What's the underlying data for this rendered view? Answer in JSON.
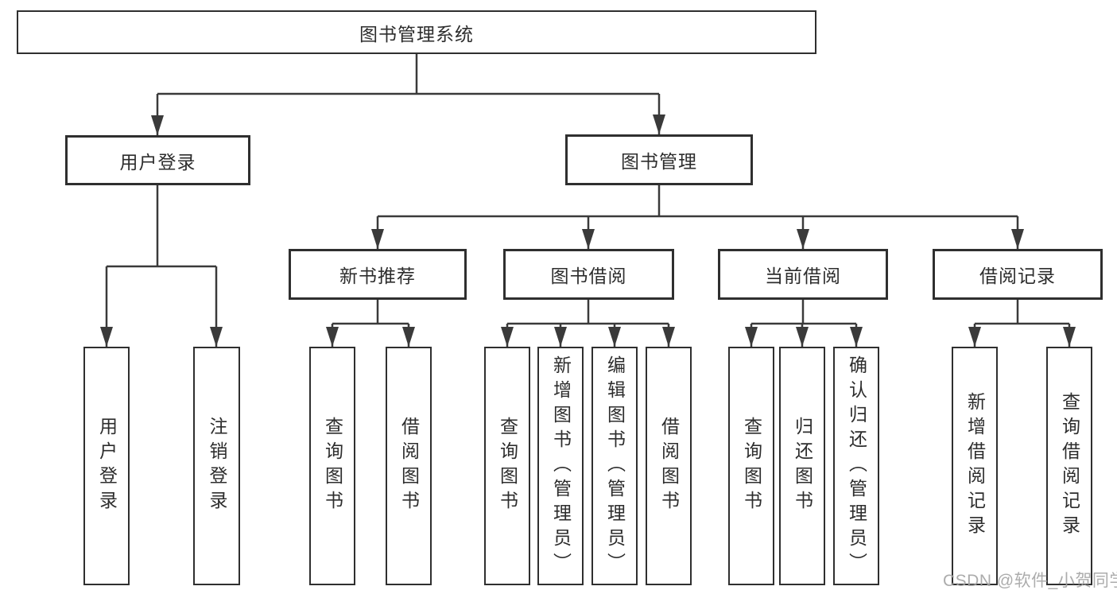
{
  "tree": {
    "label": "图书管理系统",
    "children": [
      {
        "label": "用户登录",
        "children": [
          {
            "label": "用户登录"
          },
          {
            "label": "注销登录"
          }
        ]
      },
      {
        "label": "图书管理",
        "children": [
          {
            "label": "新书推荐",
            "children": [
              {
                "label": "查询图书"
              },
              {
                "label": "借阅图书"
              }
            ]
          },
          {
            "label": "图书借阅",
            "children": [
              {
                "label": "查询图书"
              },
              {
                "label": "新增图书（管理员）"
              },
              {
                "label": "编辑图书（管理员）"
              },
              {
                "label": "借阅图书"
              }
            ]
          },
          {
            "label": "当前借阅",
            "children": [
              {
                "label": "查询图书"
              },
              {
                "label": "归还图书"
              },
              {
                "label": "确认归还（管理员）"
              }
            ]
          },
          {
            "label": "借阅记录",
            "children": [
              {
                "label": "新增借阅记录"
              },
              {
                "label": "查询借阅记录"
              }
            ]
          }
        ]
      }
    ]
  },
  "watermark": "CSDN @软件_小贺同学",
  "colors": {
    "line": "#3a3a3a",
    "border": "#2f2f2f",
    "text": "#2d2d2d",
    "watermark": "#a3a3a3",
    "background": "#ffffff"
  }
}
